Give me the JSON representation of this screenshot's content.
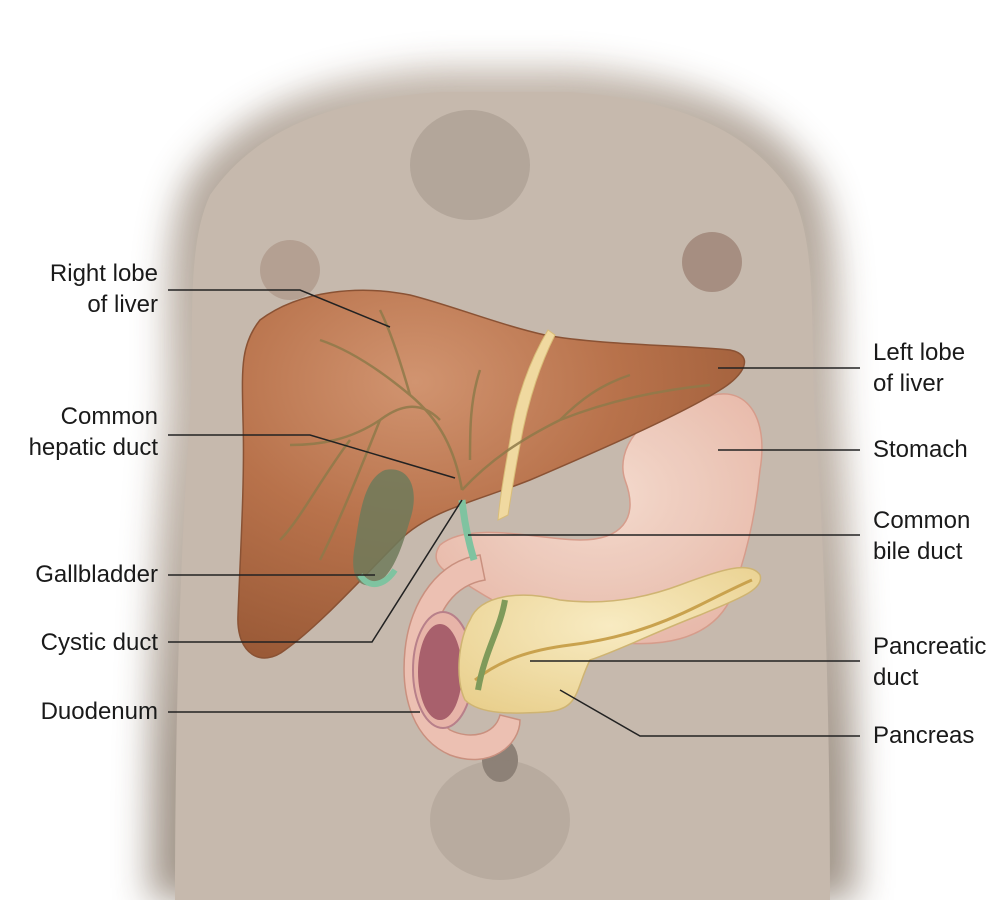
{
  "labels": {
    "right_lobe": [
      "Right lobe",
      "of liver"
    ],
    "common_hepatic_duct": [
      "Common",
      "hepatic duct"
    ],
    "gallbladder": [
      "Gallbladder"
    ],
    "cystic_duct": [
      "Cystic duct"
    ],
    "duodenum": [
      "Duodenum"
    ],
    "left_lobe": [
      "Left lobe",
      "of liver"
    ],
    "stomach": [
      "Stomach"
    ],
    "common_bile_duct": [
      "Common",
      "bile duct"
    ],
    "pancreatic_duct": [
      "Pancreatic",
      "duct"
    ],
    "pancreas": [
      "Pancreas"
    ]
  },
  "colors": {
    "skin": "#c9bcb0",
    "skin_shadow": "#a89a8e",
    "liver": "#b5704a",
    "liver_dark": "#8a5234",
    "liver_vessels": "#8f7a4a",
    "ligament": "#f0d9a0",
    "gallbladder": "#7fc3a0",
    "stomach": "#efc7b8",
    "pancreas": "#f3e0a8",
    "duodenum_inner": "#a8606c",
    "leader_line": "#222222"
  }
}
